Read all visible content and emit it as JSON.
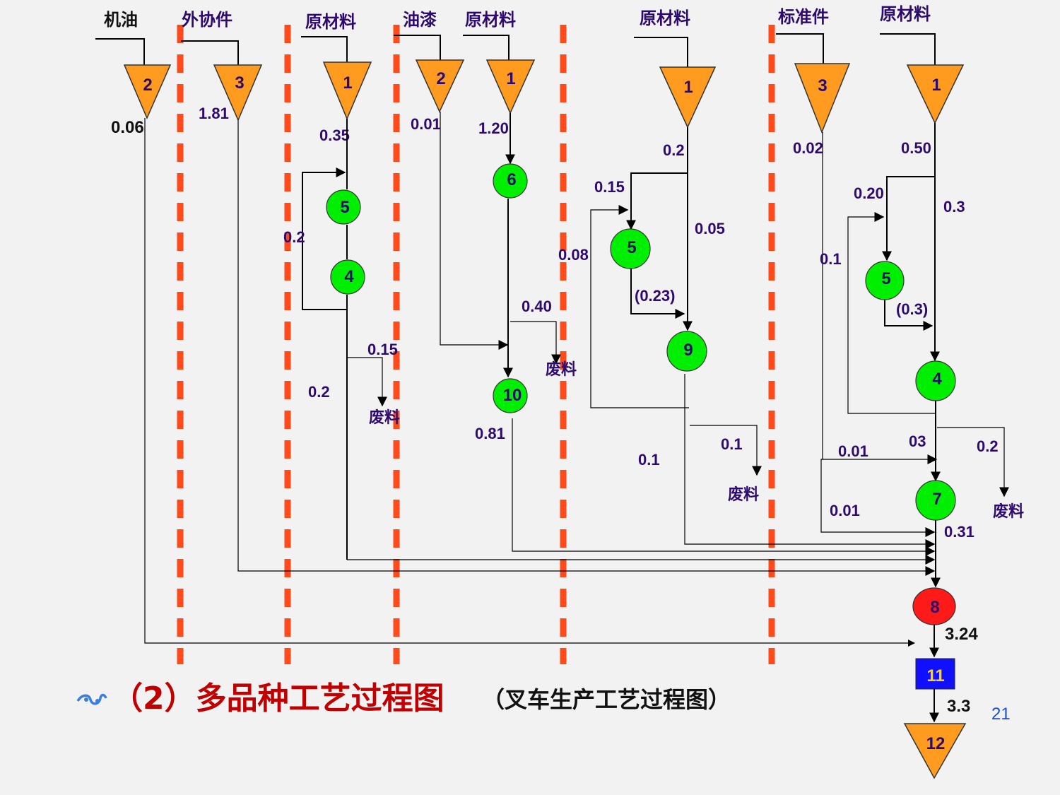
{
  "columns": {
    "c1": {
      "header": "机油",
      "node": "2",
      "qty": "0.06"
    },
    "c2": {
      "header": "外协件",
      "node": "3",
      "qty": "1.81"
    },
    "c3": {
      "header": "原材料",
      "node": "1",
      "qty": "0.35",
      "loop": "0.2",
      "waste_qty": "0.15",
      "out": "0.2",
      "ops": [
        "5",
        "4"
      ]
    },
    "c4a": {
      "header": "油漆",
      "node": "2",
      "qty": "0.01"
    },
    "c4b": {
      "header": "原材料",
      "node": "1",
      "qty": "1.20",
      "waste_qty": "0.40",
      "out": "0.81",
      "ops": [
        "6",
        "10"
      ]
    },
    "c5": {
      "header": "原材料",
      "node": "1",
      "qty": "0.2",
      "branch": "0.15",
      "straight": "0.05",
      "loop": "0.08",
      "after5": "(0.23)",
      "waste_qty": "0.1",
      "out": "0.1",
      "ops": [
        "5",
        "9"
      ]
    },
    "c6a": {
      "header": "标准件",
      "node": "3",
      "qty": "0.02",
      "to7": "0.01",
      "to8": "0.01"
    },
    "c6b": {
      "header": "原材料",
      "node": "1",
      "qty": "0.50",
      "branch": "0.20",
      "straight": "0.3",
      "loop": "0.1",
      "after5": "(0.3)",
      "after4": "03",
      "waste_qty": "0.2",
      "out": "0.31",
      "ops": [
        "5",
        "4",
        "7"
      ]
    }
  },
  "waste_label": "废料",
  "assembly": {
    "node": "8",
    "out": "3.24"
  },
  "inspection": {
    "node": "11",
    "out": "3.3"
  },
  "storage": {
    "node": "12"
  },
  "caption": {
    "main": "（2）多品种工艺过程图",
    "sub": "（叉车生产工艺过程图）"
  },
  "page_number": "21",
  "colors": {
    "storage": "#ff9c1f",
    "operation": "#00ee00",
    "assembly": "#ff1a1a",
    "inspection": "#1010ff",
    "divider": "#ff4a1c",
    "caption": "#c00000"
  }
}
